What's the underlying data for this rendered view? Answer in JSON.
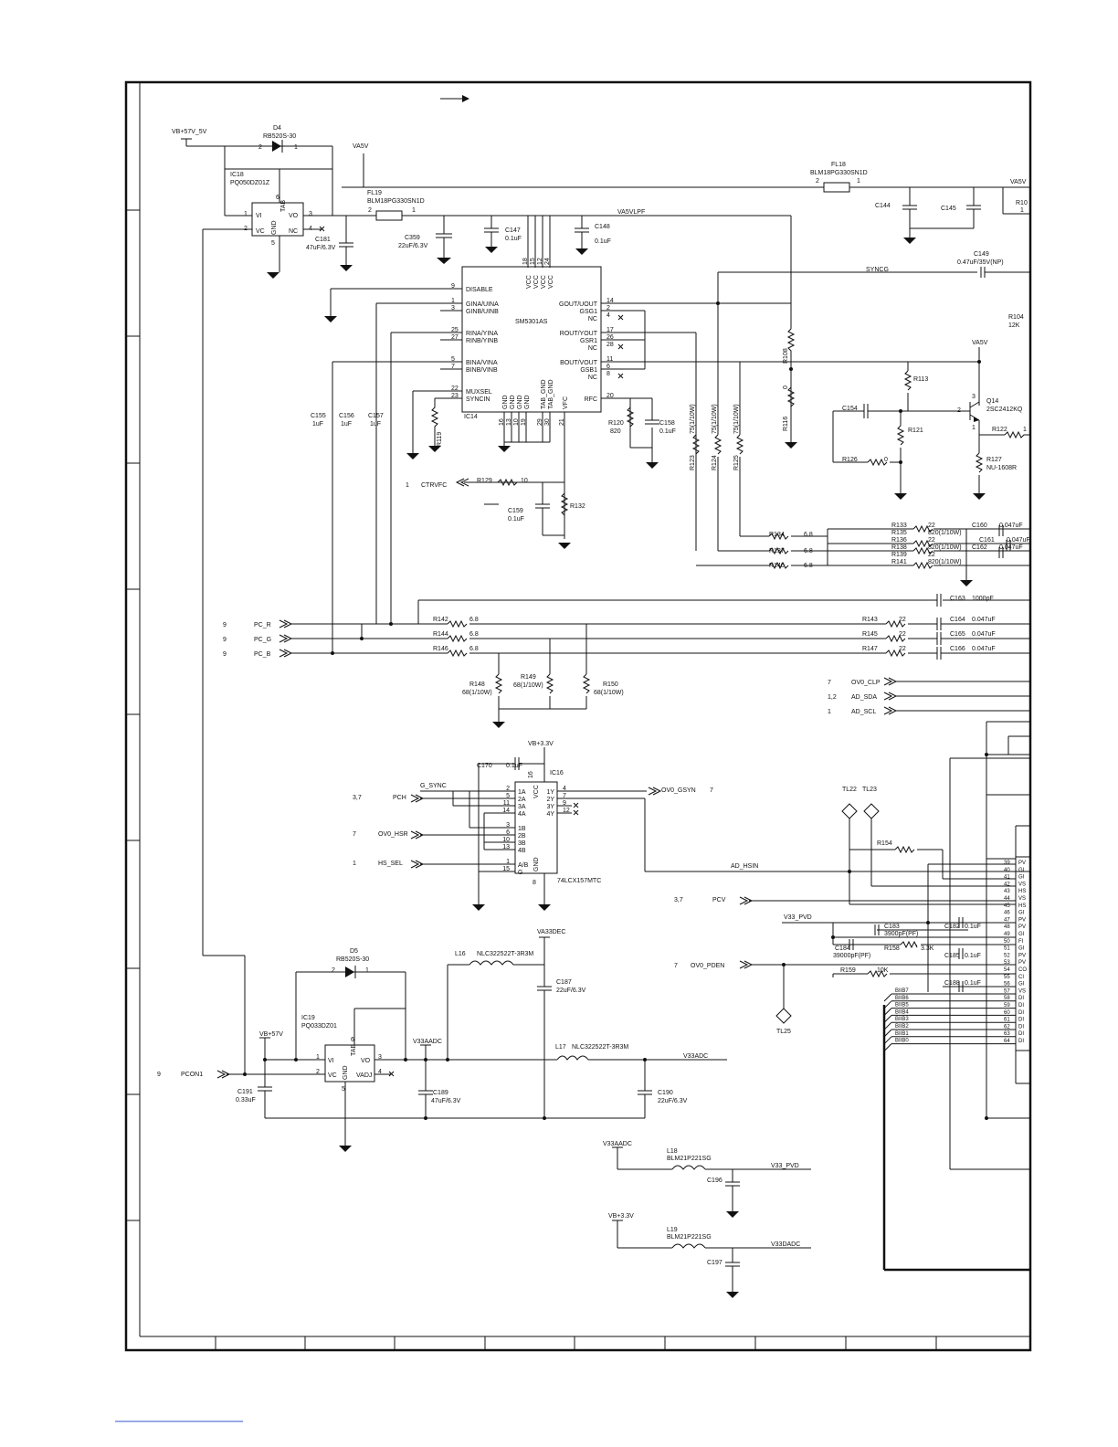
{
  "power_in": {
    "vb57_5v": "VB+57V_5V",
    "va5v": "VA5V",
    "d4": "D4",
    "d4_part": "RB520S-30",
    "ic18": "IC18",
    "ic18_part": "PQ050DZ01Z",
    "fl19": "FL19",
    "fl19_part": "BLM18PG330SN1D",
    "fl18": "FL18",
    "fl18_part": "BLM18PG330SN1D",
    "va5vlpf": "VA5VLPF",
    "c181": "C181",
    "c181_val": "47uF/6.3V",
    "c359": "C359",
    "c359_val": "22uF/6.3V",
    "c147": "C147",
    "c147_val": "0.1uF",
    "c148": "C148",
    "c148_val": "0.1uF",
    "c144": "C144",
    "c145": "C145",
    "va5v_right": "VA5V",
    "r10": "R10",
    "r10_b": "1"
  },
  "ic18_pins": {
    "vi": "VI",
    "vc": "VC",
    "vo": "VO",
    "nc": "NC",
    "gnd": "GND",
    "tab": "TAB",
    "p1": "1",
    "p2": "2",
    "p3": "3",
    "p4": "4",
    "p5": "5",
    "p6": "6",
    "d4_p2": "2",
    "d4_p1": "1",
    "fl19_p2": "2",
    "fl19_p1": "1",
    "fl18_p2": "2",
    "fl18_p1": "1"
  },
  "ic14": {
    "ref": "IC14",
    "part": "SM5301AS",
    "left_pins": [
      {
        "num": "9",
        "name": "DISABLE"
      },
      {
        "num": "1",
        "name": "GINA/UINA"
      },
      {
        "num": "3",
        "name": "GINB/UINB"
      },
      {
        "num": "25",
        "name": "RINA/YINA"
      },
      {
        "num": "27",
        "name": "RINB/YINB"
      },
      {
        "num": "5",
        "name": "BINA/VINA"
      },
      {
        "num": "7",
        "name": "BINB/VINB"
      },
      {
        "num": "22",
        "name": "MUXSEL"
      },
      {
        "num": "23",
        "name": "SYNCIN"
      }
    ],
    "right_pins": [
      {
        "num": "14",
        "name": "GOUT/UOUT"
      },
      {
        "num": "2",
        "name": "GSG1"
      },
      {
        "num": "4",
        "name": "NC"
      },
      {
        "num": "17",
        "name": "ROUT/YOUT"
      },
      {
        "num": "26",
        "name": "GSR1"
      },
      {
        "num": "28",
        "name": "NC"
      },
      {
        "num": "11",
        "name": "BOUT/VOUT"
      },
      {
        "num": "6",
        "name": "GSB1"
      },
      {
        "num": "8",
        "name": "NC"
      },
      {
        "num": "20",
        "name": "RFC"
      }
    ],
    "top_pins": [
      {
        "num": "18",
        "name": "VCC"
      },
      {
        "num": "15",
        "name": "VCC"
      },
      {
        "num": "12",
        "name": "VCC"
      },
      {
        "num": "24",
        "name": "VCC"
      }
    ],
    "bottom_pins": [
      {
        "num": "16",
        "name": "GND"
      },
      {
        "num": "13",
        "name": "GND"
      },
      {
        "num": "10",
        "name": "GND"
      },
      {
        "num": "19",
        "name": "GND"
      },
      {
        "num": "29",
        "name": "TAB_GND"
      },
      {
        "num": "30",
        "name": "TAB_GND"
      },
      {
        "num": "21",
        "name": "VFC"
      }
    ]
  },
  "ic14_area": {
    "r119": "R119",
    "c155": "C155",
    "c155_val": "1uF",
    "c156": "C156",
    "c156_val": "1uF",
    "c157": "C157",
    "c157_val": "1uF",
    "r120": "R120",
    "r120_val": "820",
    "c158": "C158",
    "c158_val": "0.1uF",
    "ctrvfc_num": "1",
    "ctrvfc": "CTRVFC",
    "r129": "R129",
    "r129_val": "10",
    "c159": "C159",
    "c159_val": "0.1uF",
    "r132": "R132",
    "r123": "R123",
    "r123_val": "75(1/10W)",
    "r124": "R124",
    "r124_val": "75(1/10W)",
    "r125": "R125",
    "r125_val": "75(1/10W)",
    "r108": "R108",
    "r116": "R116",
    "r116_val": "0"
  },
  "sync_area": {
    "syncg": "SYNCG",
    "c149": "C149",
    "c149_val": "0.47uF/35V(NP)",
    "r104": "R104",
    "r104_val": "12K",
    "va5v": "VA5V",
    "r113": "R113",
    "q14": "Q14",
    "q14_part": "2SC2412KQ",
    "c154": "C154",
    "r121": "R121",
    "r126": "R126",
    "r126_val": "0",
    "r122": "R122",
    "r127": "R127",
    "r127_part": "NU-1608R",
    "r122_b": "1",
    "q_pin1": "1",
    "q_pin2": "2",
    "q_pin3": "3"
  },
  "rgb_network": {
    "rows": [
      {
        "r_a": "R134",
        "v_a": "6.8",
        "r_b": "R133",
        "v_b": "22",
        "r_c": "R135",
        "v_c": "820(1/10W)",
        "cap": "C160",
        "cap_v": "0.047uF"
      },
      {
        "r_a": "",
        "v_a": "",
        "r_b": "R136",
        "v_b": "22",
        "r_c": "",
        "v_c": "",
        "cap": "C161",
        "cap_v": "0.047uF"
      },
      {
        "r_a": "R137",
        "v_a": "6.8",
        "r_b": "R138",
        "v_b": "820(1/10W)",
        "r_c": "R139",
        "v_c": "22",
        "cap": "C162",
        "cap_v": "0.047uF"
      },
      {
        "r_a": "R140",
        "v_a": "6.8",
        "r_b": "R141",
        "v_b": "820(1/10W)",
        "r_c": "",
        "v_c": "",
        "cap": "",
        "cap_v": ""
      }
    ]
  },
  "pc_inputs": {
    "c163": "C163",
    "c163_val": "1000pF",
    "rows": [
      {
        "num": "9",
        "net": "PC_R",
        "r": "R142",
        "v": "6.8",
        "r2": "R143",
        "v2": "22",
        "c": "C164",
        "cv": "0.047uF"
      },
      {
        "num": "9",
        "net": "PC_G",
        "r": "R144",
        "v": "6.8",
        "r2": "R145",
        "v2": "22",
        "c": "C165",
        "cv": "0.047uF"
      },
      {
        "num": "9",
        "net": "PC_B",
        "r": "R146",
        "v": "6.8",
        "r2": "R147",
        "v2": "22",
        "c": "C166",
        "cv": "0.047uF"
      }
    ],
    "r148": "R148",
    "r148_val": "68(1/10W)",
    "r149": "R149",
    "r149_val": "68(1/10W)",
    "r150": "R150",
    "r150_val": "68(1/10W)"
  },
  "right_signals": [
    {
      "num": "7",
      "net": "OV0_CLP"
    },
    {
      "num": "1,2",
      "net": "AD_SDA"
    },
    {
      "num": "1",
      "net": "AD_SCL"
    }
  ],
  "ic16": {
    "ref": "IC16",
    "part": "74LCX157MTC",
    "vb33": "VB+3.3V",
    "c170": "C170",
    "c170_val": "0.1uF",
    "vcc": "VCC",
    "vcc_pin": "16",
    "gnd": "GND",
    "gnd_pin": "8",
    "left_pins": [
      {
        "num": "2",
        "name": "1A"
      },
      {
        "num": "5",
        "name": "2A"
      },
      {
        "num": "11",
        "name": "3A"
      },
      {
        "num": "14",
        "name": "4A"
      },
      {
        "num": "3",
        "name": "1B"
      },
      {
        "num": "6",
        "name": "2B"
      },
      {
        "num": "10",
        "name": "3B"
      },
      {
        "num": "13",
        "name": "4B"
      },
      {
        "num": "1",
        "name": "A/B"
      },
      {
        "num": "15",
        "name": "G"
      }
    ],
    "right_pins": [
      {
        "num": "4",
        "name": "1Y"
      },
      {
        "num": "7",
        "name": "2Y"
      },
      {
        "num": "9",
        "name": "3Y"
      },
      {
        "num": "12",
        "name": "4Y"
      }
    ],
    "g_sync": "G_SYNC",
    "pch_num": "3,7",
    "pch": "PCH",
    "ov0_hsr_num": "7",
    "ov0_hsr": "OV0_HSR",
    "hs_sel_num": "1",
    "hs_sel": "HS_SEL",
    "ov0_gsyn": "OV0_GSYN",
    "ov0_gsyn_num": "7"
  },
  "adc_area": {
    "tl22": "TL22",
    "tl23": "TL23",
    "r154": "R154",
    "ad_hsin": "AD_HSIN",
    "pcv_num": "3,7",
    "pcv": "PCV",
    "v33_pvd": "V33_PVD",
    "c183": "C183",
    "c183_val": "3900pF(PF)",
    "c184": "C184",
    "c184_val": "39000pF(PF)",
    "r158": "R158",
    "r158_val": "3.3K",
    "c182": "C182",
    "c182_val": "0.1uF",
    "c185": "C185",
    "c185_val": "0.1uF",
    "pden_num": "7",
    "pden": "OV0_PDEN",
    "r159": "R159",
    "r159_val": "10K",
    "c188": "C188",
    "c188_val": "0.1uF",
    "tl25": "TL25",
    "bus": [
      "BIIB7",
      "BIIB6",
      "BIIB5",
      "BIIB4",
      "BIIB3",
      "BIIB2",
      "BIIB1",
      "BIIB0"
    ],
    "pins": [
      "39",
      "40",
      "41",
      "42",
      "43",
      "44",
      "45",
      "46",
      "47",
      "48",
      "49",
      "50",
      "51",
      "52",
      "53",
      "54",
      "55",
      "56",
      "57",
      "58",
      "59",
      "60",
      "61",
      "62",
      "63",
      "64"
    ],
    "pin_names": [
      "PV",
      "GI",
      "GI",
      "VS",
      "HS",
      "VS",
      "HS",
      "GI",
      "PV",
      "PV",
      "GI",
      "FI",
      "GI",
      "PV",
      "PV",
      "CO",
      "CI",
      "GI",
      "VS",
      "DI",
      "DI",
      "DI",
      "DI",
      "DI",
      "DI",
      "DI"
    ]
  },
  "power_33": {
    "d5": "D5",
    "d5_part": "RB520S-30",
    "ic19": "IC19",
    "ic19_part": "PQ033DZ01",
    "vb57": "VB+57V",
    "pcon_num": "9",
    "pcon": "PCON1",
    "c191": "C191",
    "c191_val": "0.33uF",
    "va33dec": "VA33DEC",
    "l16": "L16",
    "l16_part": "NLC322522T-3R3M",
    "c187": "C187",
    "c187_val": "22uF/6.3V",
    "v33aadc": "V33AADC",
    "c189": "C189",
    "c189_val": "47uF/6.3V",
    "l17": "L17",
    "l17_part": "NLC322522T-3R3M",
    "v33adc": "V33ADC",
    "c190": "C190",
    "c190_val": "22uF/6.3V",
    "vi": "VI",
    "vc": "VC",
    "vo": "VO",
    "vadj": "VADJ",
    "gnd": "GND",
    "tab": "TAB",
    "p1": "1",
    "p2": "2",
    "p3": "3",
    "p4": "4",
    "p5": "5",
    "p6": "6",
    "d5_p2": "2",
    "d5_p1": "1"
  },
  "filters_bottom": {
    "v33aadc": "V33AADC",
    "l18": "L18",
    "l18_part": "BLM21P221SG",
    "v33_pvd": "V33_PVD",
    "c196": "C196",
    "vb33": "VB+3.3V",
    "l19": "L19",
    "l19_part": "BLM21P221SG",
    "v33dadc": "V33DADC",
    "c197": "C197"
  }
}
